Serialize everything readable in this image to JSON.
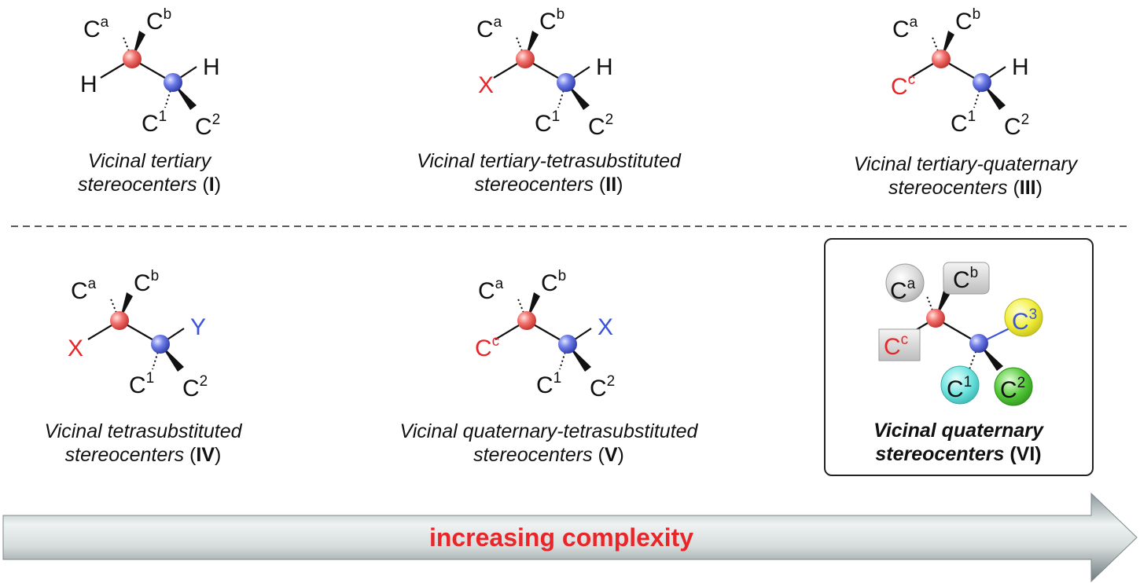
{
  "structures": [
    {
      "caption_line1": "Vicinal tertiary",
      "caption_line2": "stereocenters",
      "numeral": "I",
      "left": {
        "top_left": {
          "main": "C",
          "sup": "a",
          "color": "#111111"
        },
        "top_right": {
          "main": "C",
          "sup": "b",
          "color": "#111111"
        },
        "side": {
          "main": "H",
          "sup": "",
          "color": "#111111"
        }
      },
      "right": {
        "side": {
          "main": "H",
          "sup": "",
          "color": "#111111"
        },
        "bottom_left": {
          "main": "C",
          "sup": "1",
          "color": "#111111"
        },
        "bottom_right": {
          "main": "C",
          "sup": "2",
          "color": "#111111"
        }
      }
    },
    {
      "caption_line1": "Vicinal tertiary-tetrasubstituted",
      "caption_line2": "stereocenters",
      "numeral": "II",
      "left": {
        "top_left": {
          "main": "C",
          "sup": "a",
          "color": "#111111"
        },
        "top_right": {
          "main": "C",
          "sup": "b",
          "color": "#111111"
        },
        "side": {
          "main": "X",
          "sup": "",
          "color": "#e8262a"
        }
      },
      "right": {
        "side": {
          "main": "H",
          "sup": "",
          "color": "#111111"
        },
        "bottom_left": {
          "main": "C",
          "sup": "1",
          "color": "#111111"
        },
        "bottom_right": {
          "main": "C",
          "sup": "2",
          "color": "#111111"
        }
      }
    },
    {
      "caption_line1": "Vicinal tertiary-quaternary",
      "caption_line2": "stereocenters",
      "numeral": "III",
      "left": {
        "top_left": {
          "main": "C",
          "sup": "a",
          "color": "#111111"
        },
        "top_right": {
          "main": "C",
          "sup": "b",
          "color": "#111111"
        },
        "side": {
          "main": "C",
          "sup": "c",
          "color": "#e8262a"
        }
      },
      "right": {
        "side": {
          "main": "H",
          "sup": "",
          "color": "#111111"
        },
        "bottom_left": {
          "main": "C",
          "sup": "1",
          "color": "#111111"
        },
        "bottom_right": {
          "main": "C",
          "sup": "2",
          "color": "#111111"
        }
      }
    },
    {
      "caption_line1": "Vicinal tetrasubstituted",
      "caption_line2": "stereocenters",
      "numeral": "IV",
      "left": {
        "top_left": {
          "main": "C",
          "sup": "a",
          "color": "#111111"
        },
        "top_right": {
          "main": "C",
          "sup": "b",
          "color": "#111111"
        },
        "side": {
          "main": "X",
          "sup": "",
          "color": "#e8262a"
        }
      },
      "right": {
        "side": {
          "main": "Y",
          "sup": "",
          "color": "#3b55d9"
        },
        "bottom_left": {
          "main": "C",
          "sup": "1",
          "color": "#111111"
        },
        "bottom_right": {
          "main": "C",
          "sup": "2",
          "color": "#111111"
        }
      }
    },
    {
      "caption_line1": "Vicinal quaternary-tetrasubstituted",
      "caption_line2": "stereocenters",
      "numeral": "V",
      "left": {
        "top_left": {
          "main": "C",
          "sup": "a",
          "color": "#111111"
        },
        "top_right": {
          "main": "C",
          "sup": "b",
          "color": "#111111"
        },
        "side": {
          "main": "C",
          "sup": "c",
          "color": "#e8262a"
        }
      },
      "right": {
        "side": {
          "main": "X",
          "sup": "",
          "color": "#3b55d9"
        },
        "bottom_left": {
          "main": "C",
          "sup": "1",
          "color": "#111111"
        },
        "bottom_right": {
          "main": "C",
          "sup": "2",
          "color": "#111111"
        }
      }
    }
  ],
  "featured": {
    "caption_line1": "Vicinal quaternary",
    "caption_line2": "stereocenters",
    "numeral": "VI",
    "ca": {
      "main": "C",
      "sup": "a"
    },
    "cb": {
      "main": "C",
      "sup": "b"
    },
    "cc": {
      "main": "C",
      "sup": "c"
    },
    "c3": {
      "main": "C",
      "sup": "3"
    },
    "c1": {
      "main": "C",
      "sup": "1"
    },
    "c2": {
      "main": "C",
      "sup": "2"
    }
  },
  "arrow_label": "increasing complexity",
  "colors": {
    "red_atom": "#e8262a",
    "blue_atom": "#3b55d9",
    "ball_red": "#f2736f",
    "ball_blue": "#6f7de8",
    "highlight_gray": "#cfcfcf",
    "highlight_yellow": "#f1ef3a",
    "highlight_cyan": "#6fe3df",
    "highlight_green": "#55c93a"
  }
}
